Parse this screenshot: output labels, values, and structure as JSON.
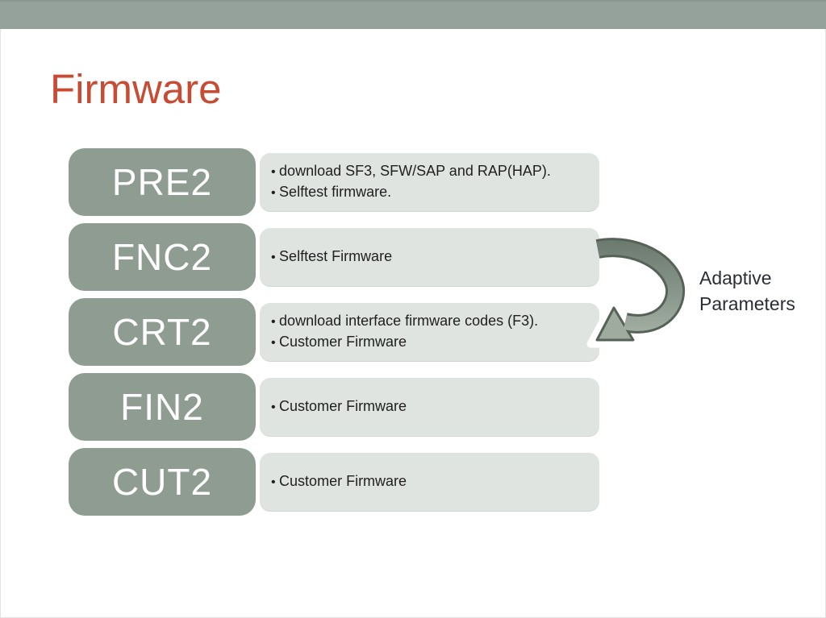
{
  "page": {
    "background": "#ffffff",
    "topbar_color": "#95A29B",
    "border_color": "#e3e3e3"
  },
  "title": {
    "text": "Firmware",
    "color": "#C84B33"
  },
  "diagram": {
    "label_box_color": "#8E9C92",
    "desc_box_color": "#E0E4E1",
    "rows": [
      {
        "label": "PRE2",
        "bullets": [
          "download SF3, SFW/SAP and RAP(HAP).",
          "Selftest firmware."
        ]
      },
      {
        "label": "FNC2",
        "bullets": [
          "Selftest Firmware"
        ]
      },
      {
        "label": "CRT2",
        "bullets": [
          "download interface firmware codes (F3).",
          "Customer Firmware"
        ]
      },
      {
        "label": "FIN2",
        "bullets": [
          "Customer Firmware"
        ]
      },
      {
        "label": "CUT2",
        "bullets": [
          "Customer Firmware"
        ]
      }
    ],
    "arrow": {
      "icon": "u-turn-arrow-icon",
      "color_dark": "#566257",
      "color_band_top": "#6C7A70",
      "color_band_bottom": "#A6B2A6",
      "head_fill": "#9FAB9F",
      "annotation": "Adaptive\nParameters"
    }
  }
}
